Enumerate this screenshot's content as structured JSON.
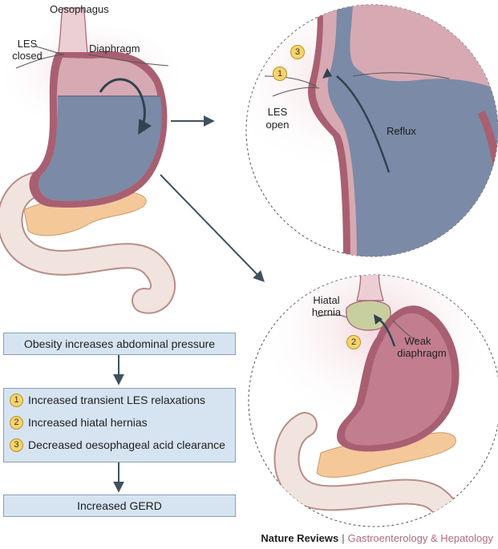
{
  "labels": {
    "oesophagus": "Oesophagus",
    "les_closed_1": "LES",
    "les_closed_2": "closed",
    "diaphragm": "Diaphragm",
    "les_open_1": "LES",
    "les_open_2": "open",
    "reflux": "Reflux",
    "hiatal_1": "Hiatal",
    "hiatal_2": "hernia",
    "weak_1": "Weak",
    "weak_2": "diaphragm"
  },
  "badges": {
    "one": "1",
    "two": "2",
    "three": "3"
  },
  "flow": {
    "top": "Obesity increases abdominal pressure",
    "items": [
      {
        "num": "1",
        "text": "Increased transient LES relaxations"
      },
      {
        "num": "2",
        "text": "Increased hiatal hernias"
      },
      {
        "num": "3",
        "text": "Decreased oesophageal acid clearance"
      }
    ],
    "bottom": "Increased GERD"
  },
  "footer": {
    "journal": "Nature Reviews",
    "separator": "|",
    "section": "Gastroenterology & Hepatology"
  },
  "colors": {
    "acid": "#7b8aa6",
    "stomach_wall": "#a95f72",
    "stomach_fill": "#d7a9b3",
    "pancreas": "#f5c89a",
    "box": "#d6e4f2",
    "badge": "#f7d36b"
  }
}
